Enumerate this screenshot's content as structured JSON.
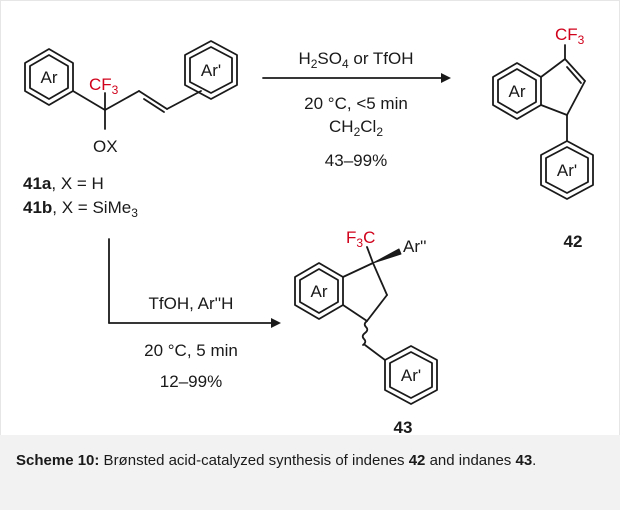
{
  "labels": {
    "ar": "Ar",
    "ar_prime": "Ar'",
    "ar_dblprime": "Ar''",
    "cf3_prefix": "CF",
    "sub3": "3",
    "f3c_f": "F",
    "f3c_c": "C",
    "ox": "OX"
  },
  "top_reaction": {
    "reagent": "H",
    "reagent_sub": "2",
    "reagent_rest": "SO",
    "reagent_sub2": "4",
    "reagent_tail": " or TfOH",
    "conditions": "20 °C, <5 min",
    "solvent_pre": "CH",
    "solvent_sub1": "2",
    "solvent_mid": "Cl",
    "solvent_sub2": "2",
    "yield": "43–99%"
  },
  "bottom_reaction": {
    "reagent": "TfOH, Ar''H",
    "conditions": "20 °C, 5 min",
    "yield": "12–99%"
  },
  "compounds": {
    "sm_a_label": "41a",
    "sm_a_text": ", X = H",
    "sm_b_label": "41b",
    "sm_b_text": ", X = SiMe",
    "sm_b_sub": "3",
    "product_42": "42",
    "product_43": "43"
  },
  "caption": {
    "label": "Scheme 10:",
    "text_1": " Brønsted acid-catalyzed synthesis of indenes ",
    "ref_1": "42",
    "text_2": " and indanes ",
    "ref_2": "43",
    "text_3": "."
  },
  "colors": {
    "red": "#d0021b",
    "black": "#1a1a1a",
    "caption_bg": "#f2f2f2"
  }
}
